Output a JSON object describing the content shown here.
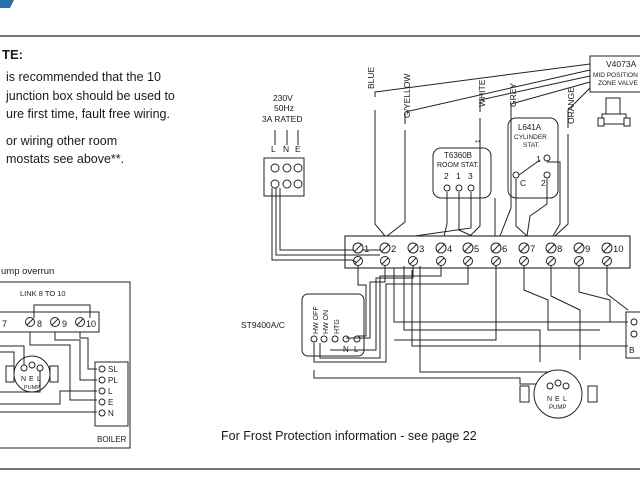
{
  "note": {
    "title": "TE:",
    "lines": [
      "is recommended that the 10",
      "junction box should be used to",
      "ure first time, fault free wiring.",
      "or wiring other room",
      "mostats see above**."
    ]
  },
  "supply": {
    "voltage": "230V",
    "frequency": "50Hz",
    "rating": "3A RATED",
    "terminals": [
      "L",
      "N",
      "E"
    ]
  },
  "wire_labels": {
    "blue": "BLUE",
    "gyellow": "G/YELLOW",
    "white": "WHITE",
    "grey": "GREY",
    "orange": "ORANGE"
  },
  "valve": {
    "model": "V4073A",
    "line1": "MID POSITION",
    "line2": "ZONE VALVE"
  },
  "room_stat": {
    "marker": "**",
    "model": "T6360B",
    "name": "ROOM STAT.",
    "terminals": [
      "2",
      "1",
      "3"
    ]
  },
  "cylinder_stat": {
    "model": "L641A",
    "line1": "CYLINDER",
    "line2": "STAT.",
    "terminals": [
      "1",
      "C",
      "2"
    ]
  },
  "junction_box": {
    "terminals": [
      "1",
      "2",
      "3",
      "4",
      "5",
      "6",
      "7",
      "8",
      "9",
      "10"
    ]
  },
  "programmer": {
    "model": "ST9400A/C",
    "terminals": [
      "HW OFF",
      "HW ON",
      "HTG",
      "N",
      "L"
    ]
  },
  "pump_overrun": {
    "title": "ump overrun",
    "link": "LINK 8 TO 10",
    "terminals": [
      "7",
      "8",
      "9",
      "10"
    ]
  },
  "pump": {
    "terminals": [
      "N",
      "E",
      "L"
    ],
    "label": "PUMP"
  },
  "boiler": {
    "terminals": [
      "SL",
      "PL",
      "L",
      "E",
      "N"
    ],
    "label": "BOILER"
  },
  "footer": "For Frost Protection information - see page 22"
}
